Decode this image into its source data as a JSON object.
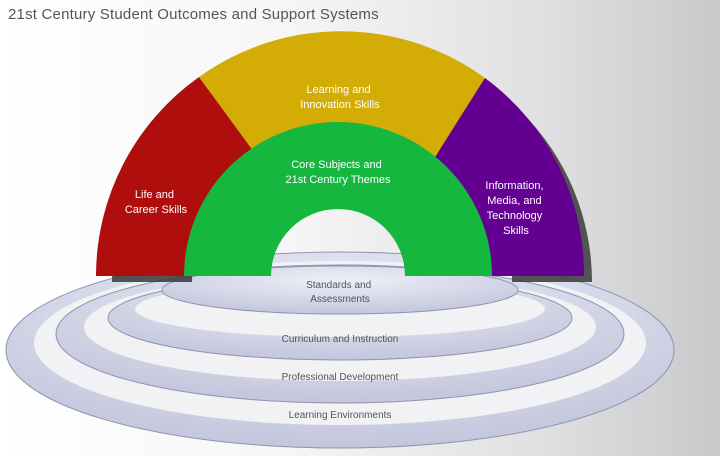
{
  "title": "21st Century Student Outcomes and Support Systems",
  "outcomes": {
    "life_career": [
      "Life and",
      "Career Skills"
    ],
    "learning_innovation": [
      "Learning and",
      "Innovation Skills"
    ],
    "info_media_tech": [
      "Information,",
      "Media, and",
      "Technology",
      "Skills"
    ],
    "core_subjects": [
      "Core Subjects and",
      "21st Century Themes"
    ]
  },
  "support_systems": {
    "standards": [
      "Standards and",
      "Assessments"
    ],
    "curriculum": "Curriculum and Instruction",
    "professional_development": "Professional Development",
    "learning_environments": "Learning Environments"
  },
  "colors": {
    "life_career": "#b00d0d",
    "learning_innovation": "#d3ac06",
    "info_media_tech": "#630091",
    "core_subjects": "#15b73f",
    "rings": "#c8cbe0"
  }
}
